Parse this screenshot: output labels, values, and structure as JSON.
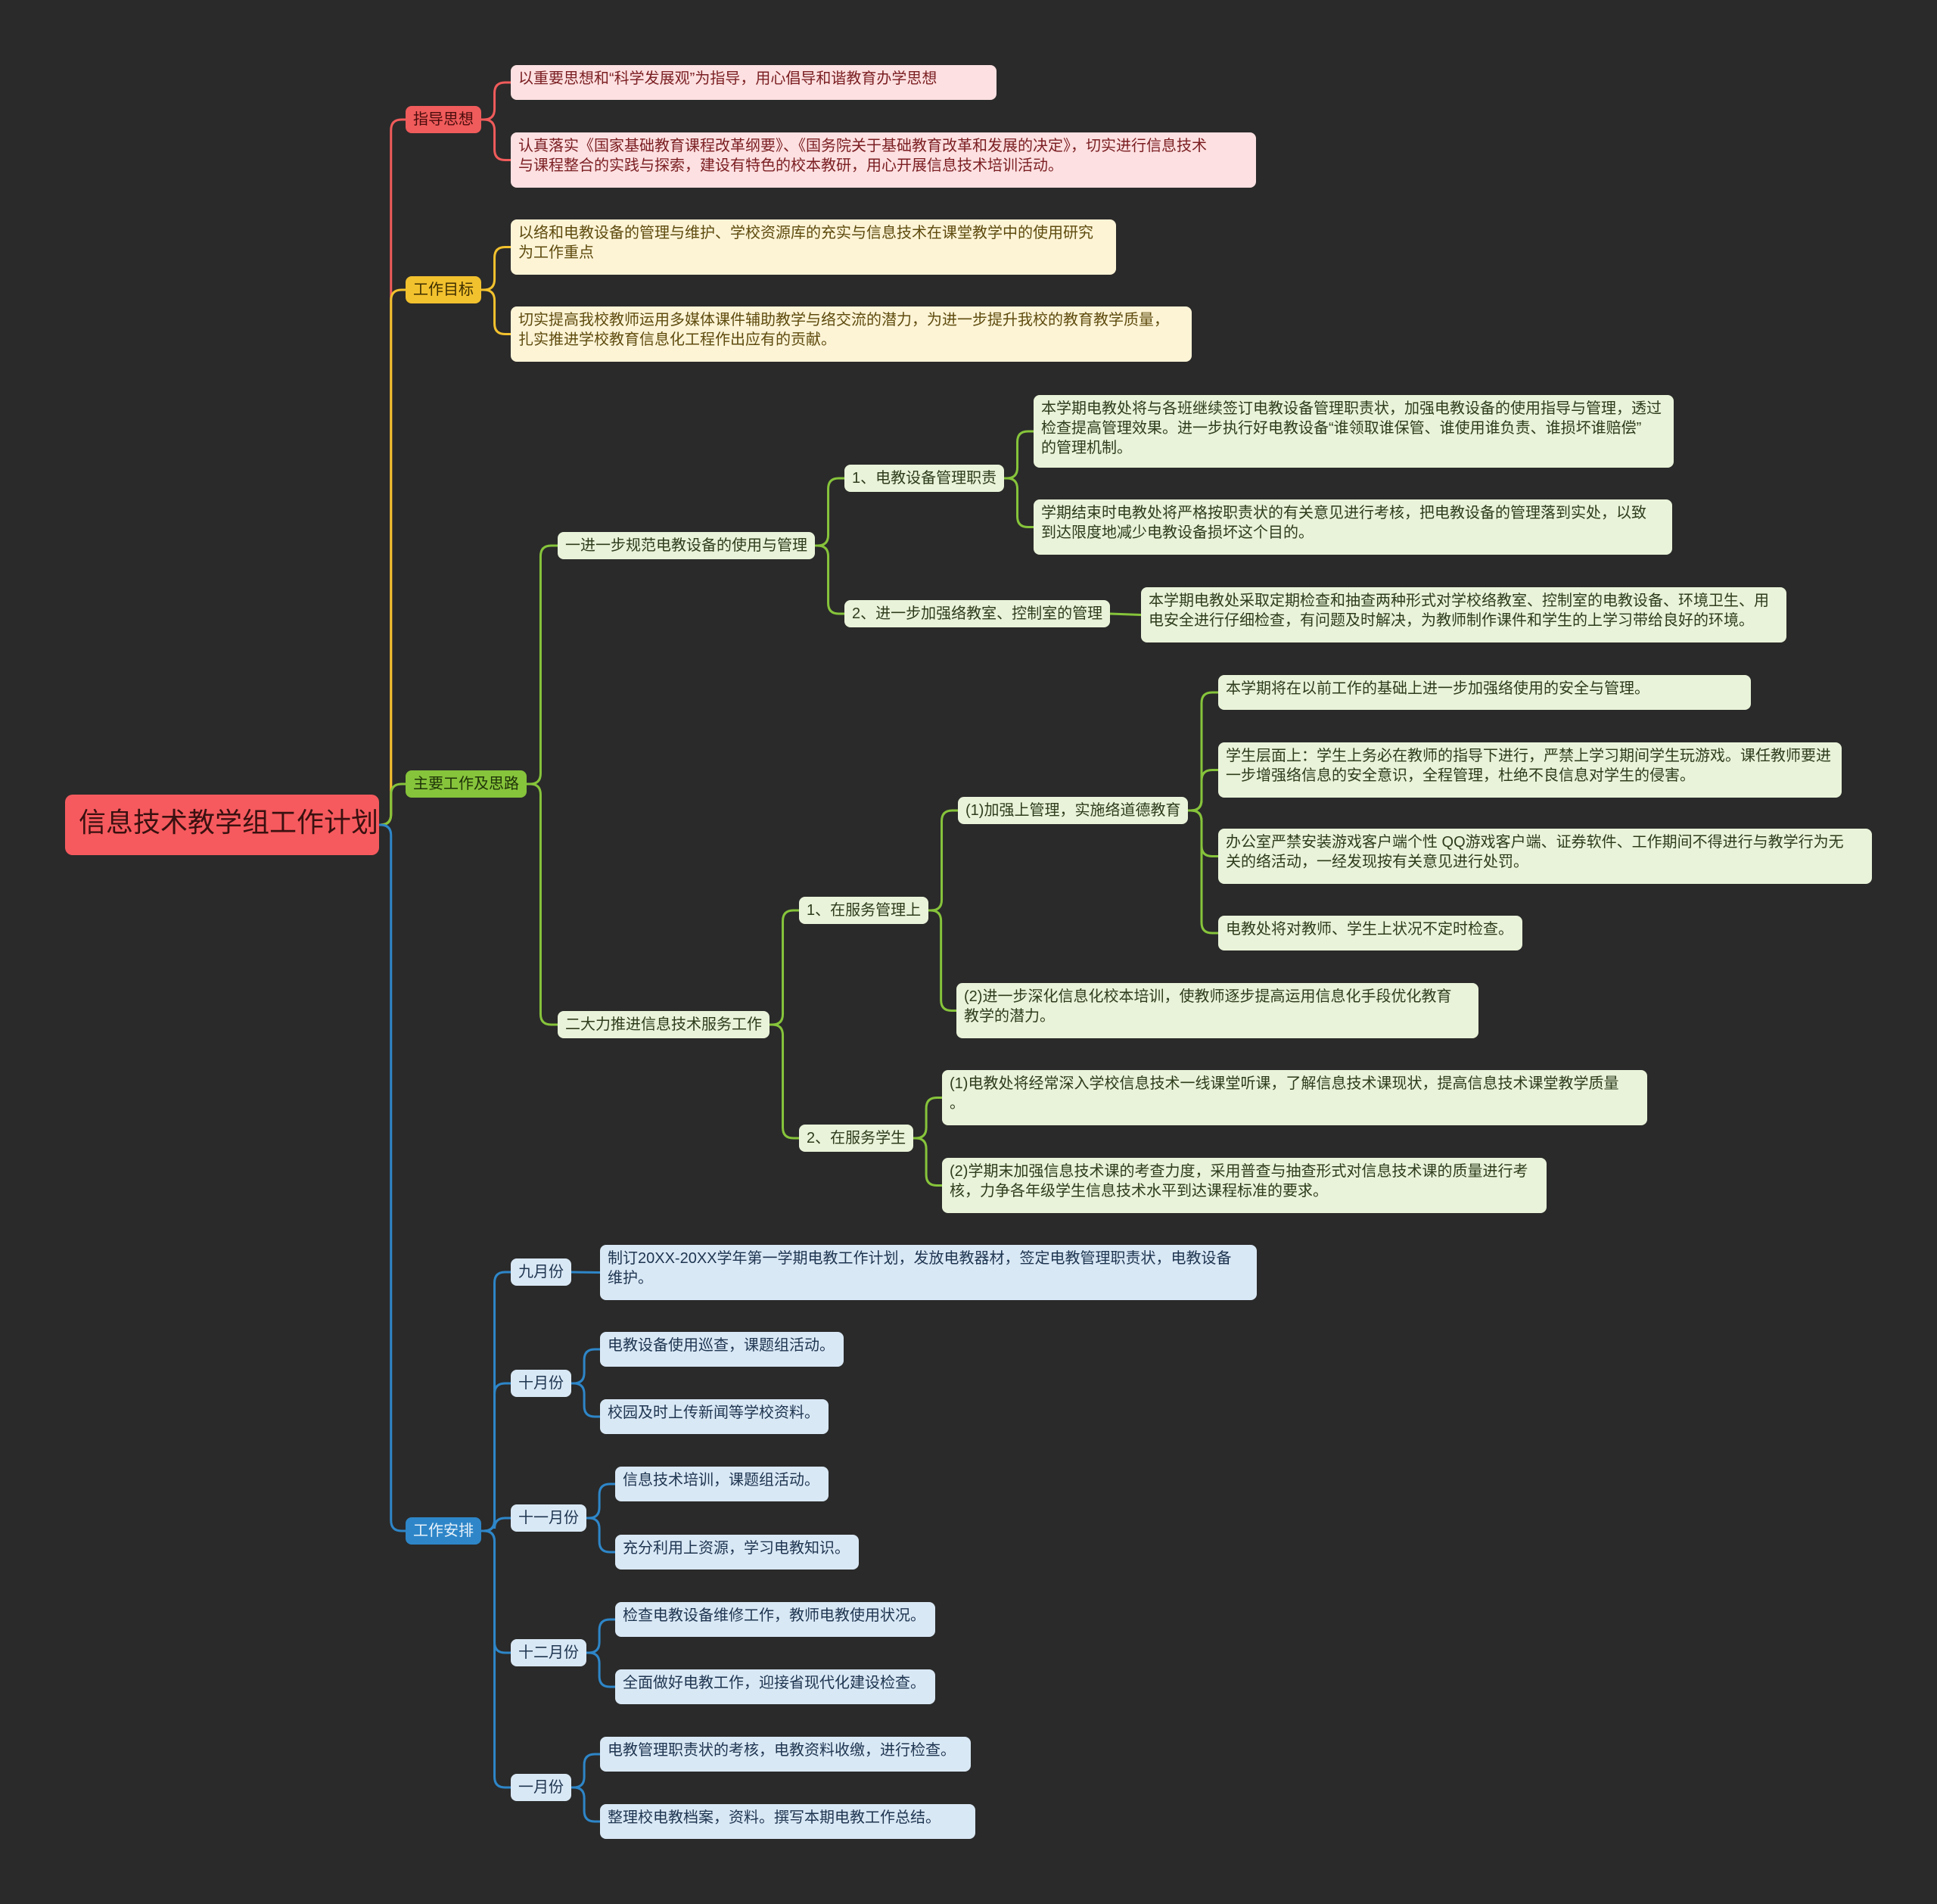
{
  "title": "信息技术教学组工作计划",
  "colors": {
    "background": "#2a2a2a",
    "root": "#f65a5e",
    "red": "#f05b5b",
    "yellow": "#f2c12e",
    "green": "#86c43b",
    "blue": "#2e86c8"
  },
  "branches": {
    "guiding": {
      "label": "指导思想",
      "items": [
        "以重要思想和“科学发展观”为指导，用心倡导和谐教育办学思想",
        [
          "认真落实《国家基础教育课程改革纲要》、《国务院关于基础教育改革和发展的决定》，切实进行信息技术",
          "与课程整合的实践与探索，建设有特色的校本教研，用心开展信息技术培训活动。"
        ]
      ]
    },
    "goals": {
      "label": "工作目标",
      "items": [
        [
          "以络和电教设备的管理与维护、学校资源库的充实与信息技术在课堂教学中的使用研究",
          "为工作重点"
        ],
        [
          "切实提高我校教师运用多媒体课件辅助教学与络交流的潜力，为进一步提升我校的教育教学质量，",
          "扎实推进学校教育信息化工程作出应有的贡献。"
        ]
      ]
    },
    "main": {
      "label": "主要工作及思路",
      "a": {
        "label": "一进一步规范电教设备的使用与管理",
        "a1": {
          "label": "1、电教设备管理职责",
          "items": [
            [
              "本学期电教处将与各班继续签订电教设备管理职责状，加强电教设备的使用指导与管理，透过",
              "检查提高管理效果。进一步执行好电教设备“谁领取谁保管、谁使用谁负责、谁损坏谁赔偿”",
              "的管理机制。"
            ],
            [
              "学期结束时电教处将严格按职责状的有关意见进行考核，把电教设备的管理落到实处，以致",
              "到达限度地减少电教设备损坏这个目的。"
            ]
          ]
        },
        "a2": {
          "label": "2、进一步加强络教室、控制室的管理",
          "items": [
            [
              "本学期电教处采取定期检查和抽查两种形式对学校络教室、控制室的电教设备、环境卫生、用",
              "电安全进行仔细检查，有问题及时解决，为教师制作课件和学生的上学习带给良好的环境。"
            ]
          ]
        }
      },
      "b": {
        "label": "二大力推进信息技术服务工作",
        "b1": {
          "label": "1、在服务管理上",
          "c1": {
            "label": "(1)加强上管理，实施络道德教育",
            "items": [
              [
                "本学期将在以前工作的基础上进一步加强络使用的安全与管理。"
              ],
              [
                "学生层面上：学生上务必在教师的指导下进行，严禁上学习期间学生玩游戏。课任教师要进",
                "一步增强络信息的安全意识，全程管理，杜绝不良信息对学生的侵害。"
              ],
              [
                "办公室严禁安装游戏客户端个性 QQ游戏客户端、证券软件、工作期间不得进行与教学行为无",
                "关的络活动，一经发现按有关意见进行处罚。"
              ],
              [
                "电教处将对教师、学生上状况不定时检查。"
              ]
            ]
          },
          "c2": [
            "(2)进一步深化信息化校本培训，使教师逐步提高运用信息化手段优化教育",
            "教学的潜力。"
          ]
        },
        "b2": {
          "label": "2、在服务学生",
          "items": [
            [
              "(1)电教处将经常深入学校信息技术一线课堂听课，了解信息技术课现状，提高信息技术课堂教学质量",
              "。"
            ],
            [
              "(2)学期末加强信息技术课的考查力度，采用普查与抽查形式对信息技术课的质量进行考",
              "核，力争各年级学生信息技术水平到达课程标准的要求。"
            ]
          ]
        }
      }
    },
    "schedule": {
      "label": "工作安排",
      "months": [
        {
          "label": "九月份",
          "items": [
            [
              "制订20XX-20XX学年第一学期电教工作计划，发放电教器材，签定电教管理职责状，电教设备",
              "维护。"
            ]
          ]
        },
        {
          "label": "十月份",
          "items": [
            [
              "电教设备使用巡查，课题组活动。"
            ],
            [
              "校园及时上传新闻等学校资料。"
            ]
          ]
        },
        {
          "label": "十一月份",
          "items": [
            [
              "信息技术培训，课题组活动。"
            ],
            [
              "充分利用上资源，学习电教知识。"
            ]
          ]
        },
        {
          "label": "十二月份",
          "items": [
            [
              "检查电教设备维修工作，教师电教使用状况。"
            ],
            [
              "全面做好电教工作，迎接省现代化建设检查。"
            ]
          ]
        },
        {
          "label": "一月份",
          "items": [
            [
              "电教管理职责状的考核，电教资料收缴，进行检查。"
            ],
            [
              "整理校电教档案，资料。撰写本期电教工作总结。"
            ]
          ]
        }
      ]
    }
  }
}
